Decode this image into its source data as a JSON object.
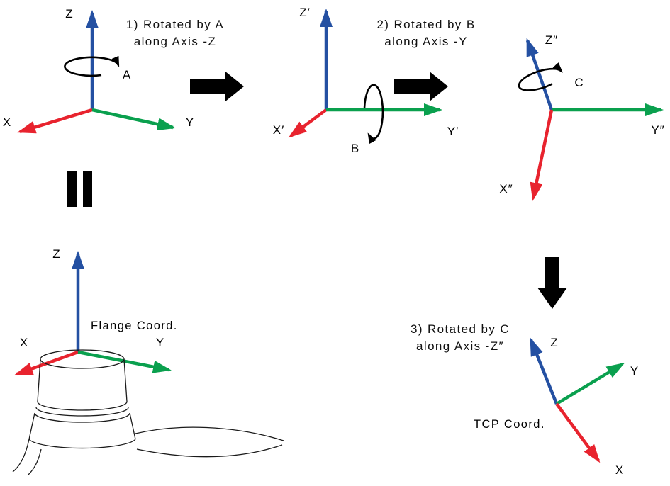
{
  "colors": {
    "x_axis": "#e8232e",
    "y_axis": "#0aa04e",
    "z_axis": "#2450a2",
    "connector": "#000000"
  },
  "step1": {
    "line1": "1) Rotated by A",
    "line2": "along Axis -Z",
    "angle_label": "A"
  },
  "step2": {
    "line1": "2) Rotated by B",
    "line2": "along Axis -Y",
    "angle_label": "B"
  },
  "step3": {
    "line1": "3) Rotated by C",
    "line2": "along Axis -Z″",
    "angle_label": "C"
  },
  "frame1": {
    "x": "X",
    "y": "Y",
    "z": "Z"
  },
  "frame2": {
    "x": "X′",
    "y": "Y′",
    "z": "Z′"
  },
  "frame3": {
    "x": "X″",
    "y": "Y″",
    "z": "Z″"
  },
  "flange_frame": {
    "x": "X",
    "y": "Y",
    "z": "Z",
    "caption": "Flange Coord."
  },
  "tcp_frame": {
    "x": "X",
    "y": "Y",
    "z": "Z",
    "caption": "TCP Coord."
  }
}
